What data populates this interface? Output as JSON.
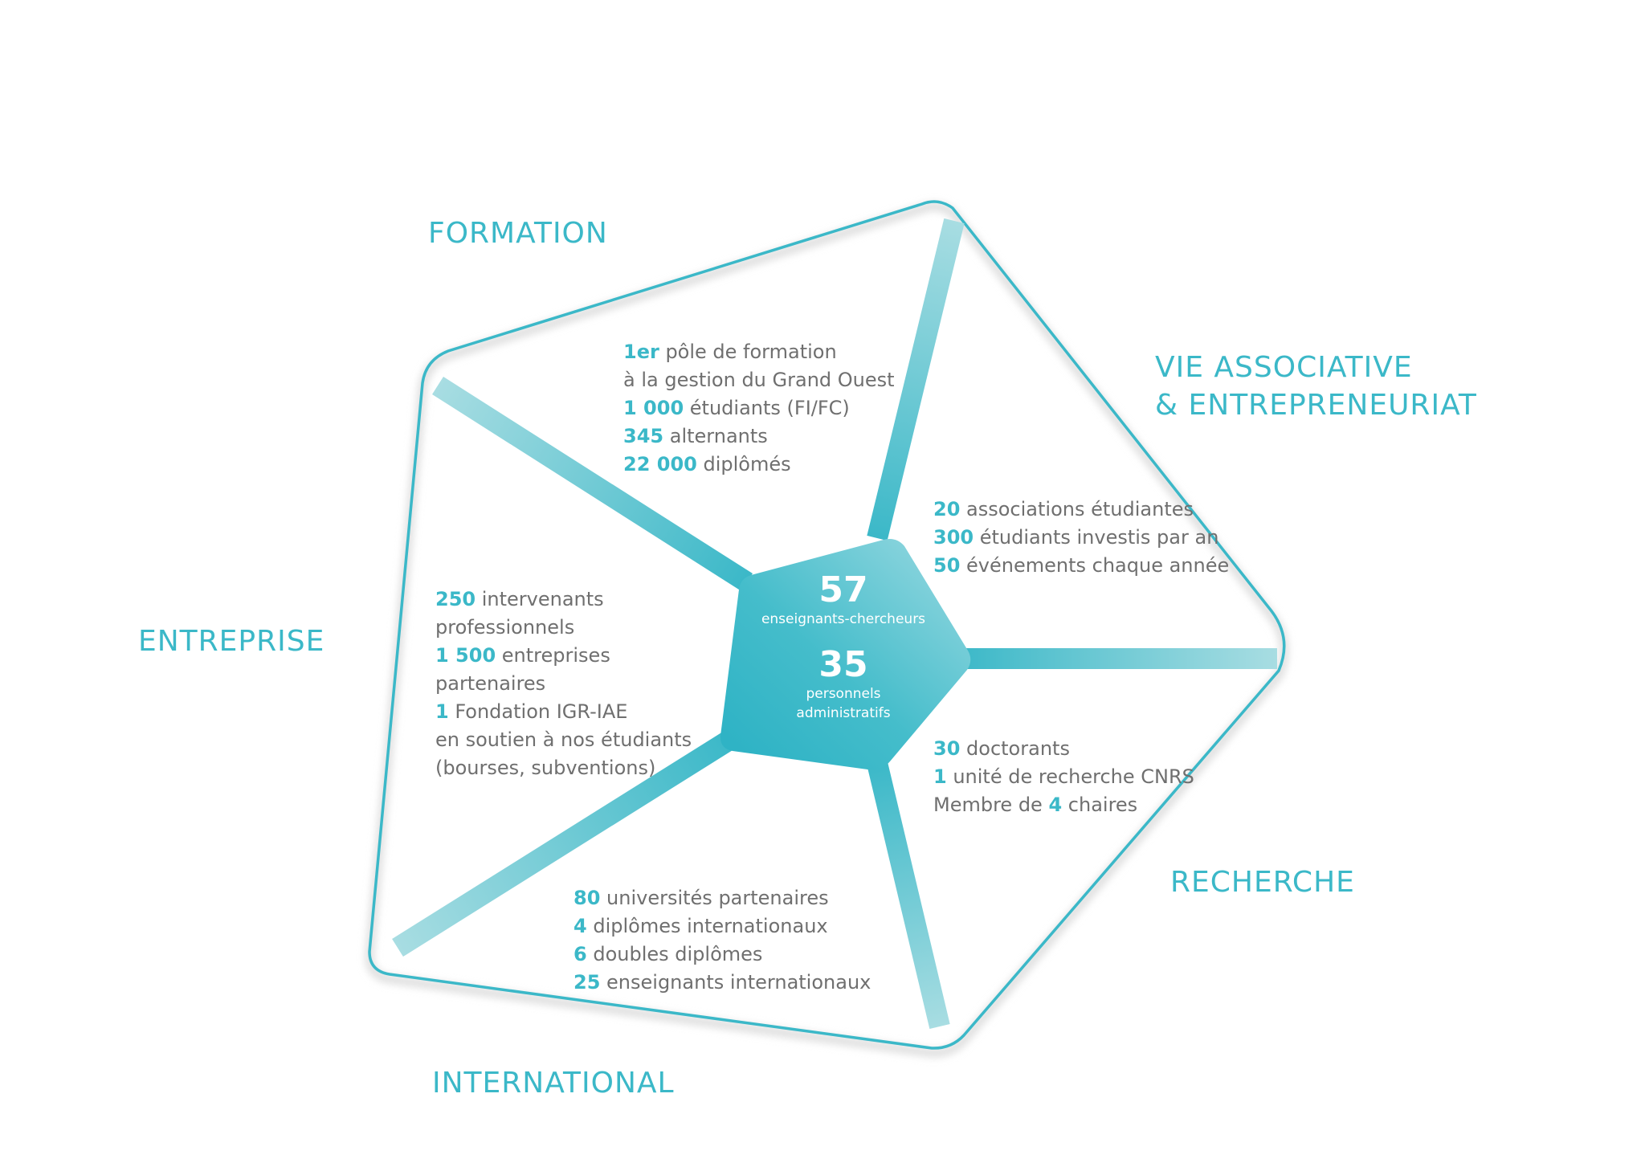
{
  "colors": {
    "accent": "#3bb8c8",
    "text": "#6f6f6f",
    "spoke_light": "#a8dde2",
    "center_fill": "#45bdcb"
  },
  "sections": {
    "formation": {
      "title": [
        "FORMATION"
      ],
      "stats": [
        {
          "num": "1er",
          "text": " pôle de formation"
        },
        {
          "num": "",
          "text": "à la gestion du Grand Ouest"
        },
        {
          "num": "1 000",
          "text": " étudiants (FI/FC)"
        },
        {
          "num": "345",
          "text": " alternants"
        },
        {
          "num": "22 000",
          "text": " diplômés"
        }
      ]
    },
    "vie_associative": {
      "title": [
        "VIE ASSOCIATIVE",
        "& ENTREPRENEURIAT"
      ],
      "stats": [
        {
          "num": "20",
          "text": " associations étudiantes"
        },
        {
          "num": "300",
          "text": " étudiants investis par an"
        },
        {
          "num": "50",
          "text": " événements chaque année"
        }
      ]
    },
    "recherche": {
      "title": [
        "RECHERCHE"
      ],
      "stats": [
        {
          "num": "30",
          "text": " doctorants"
        },
        {
          "num": "1",
          "text": " unité de recherche CNRS"
        },
        {
          "pre": "Membre de ",
          "num": "4",
          "text": " chaires"
        }
      ]
    },
    "international": {
      "title": [
        "INTERNATIONAL"
      ],
      "stats": [
        {
          "num": "80",
          "text": " universités partenaires"
        },
        {
          "num": "4",
          "text": " diplômes internationaux"
        },
        {
          "num": "6",
          "text": " doubles diplômes"
        },
        {
          "num": "25",
          "text": " enseignants internationaux"
        }
      ]
    },
    "entreprise": {
      "title": [
        "ENTREPRISE"
      ],
      "stats": [
        {
          "num": "250",
          "text": " intervenants"
        },
        {
          "num": "",
          "text": "professionnels"
        },
        {
          "num": "1 500",
          "text": " entreprises"
        },
        {
          "num": "",
          "text": "partenaires"
        },
        {
          "num": "1",
          "text": " Fondation IGR-IAE"
        },
        {
          "num": "",
          "text": "en soutien à nos étudiants"
        },
        {
          "num": "",
          "text": "(bourses, subventions)"
        }
      ]
    }
  },
  "center": {
    "teachers_count": "57",
    "teachers_label": "enseignants-chercheurs",
    "staff_count": "35",
    "staff_label_1": "personnels",
    "staff_label_2": "administratifs"
  }
}
